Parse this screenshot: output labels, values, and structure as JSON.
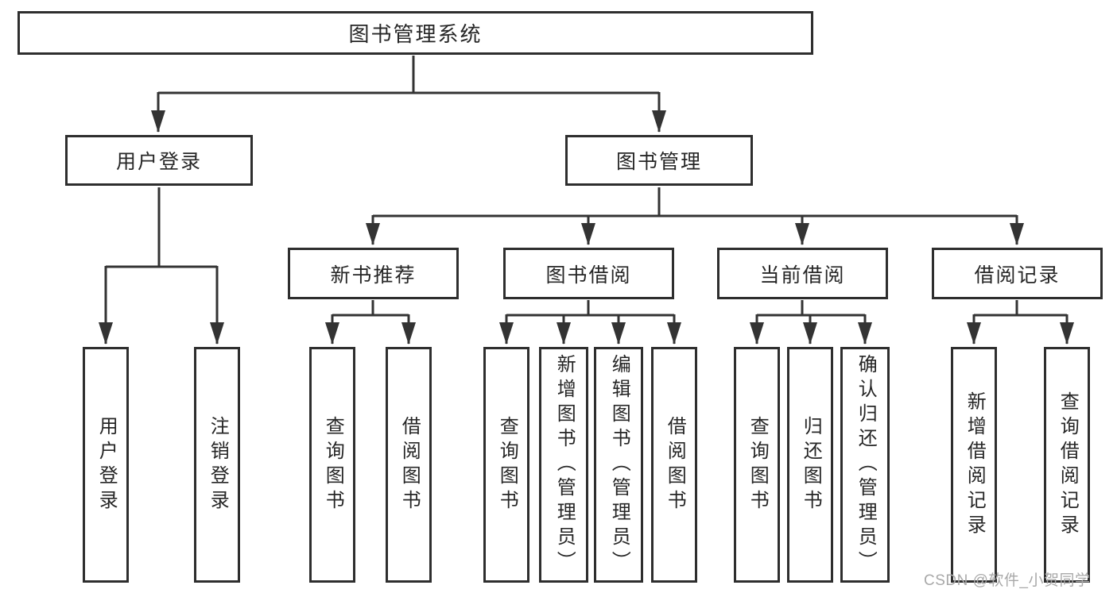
{
  "colors": {
    "line": "#333333",
    "box-border": "#2e2e2e",
    "text": "#262626",
    "background": "#ffffff",
    "watermark": "#a9a9a9"
  },
  "tree": {
    "label": "图书管理系统",
    "children": [
      {
        "label": "用户登录",
        "children": [
          {
            "label": "用户登录"
          },
          {
            "label": "注销登录"
          }
        ]
      },
      {
        "label": "图书管理",
        "children": [
          {
            "label": "新书推荐",
            "children": [
              {
                "label": "查询图书"
              },
              {
                "label": "借阅图书"
              }
            ]
          },
          {
            "label": "图书借阅",
            "children": [
              {
                "label": "查询图书"
              },
              {
                "label": "新增图书（管理员）"
              },
              {
                "label": "编辑图书（管理员）"
              },
              {
                "label": "借阅图书"
              }
            ]
          },
          {
            "label": "当前借阅",
            "children": [
              {
                "label": "查询图书"
              },
              {
                "label": "归还图书"
              },
              {
                "label": "确认归还（管理员）"
              }
            ]
          },
          {
            "label": "借阅记录",
            "children": [
              {
                "label": "新增借阅记录"
              },
              {
                "label": "查询借阅记录"
              }
            ]
          }
        ]
      }
    ]
  },
  "watermark": {
    "text": "CSDN @软件_小贺同学"
  }
}
